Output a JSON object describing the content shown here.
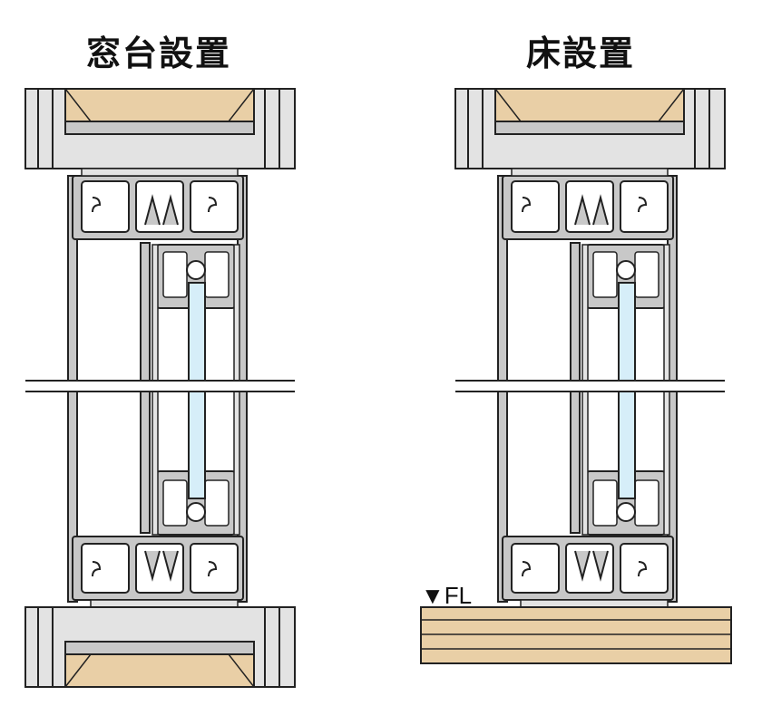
{
  "diagrams": [
    {
      "id": "left",
      "title": "窓台設置"
    },
    {
      "id": "right",
      "title": "床設置",
      "floor_marker": "▼FL"
    }
  ],
  "colors": {
    "frame": "#c8c8c8",
    "frame_light": "#e3e3e3",
    "frame_dark": "#7a7a7a",
    "wood": "#e9cfa6",
    "glass": "#d6eef9",
    "outline": "#222222"
  }
}
